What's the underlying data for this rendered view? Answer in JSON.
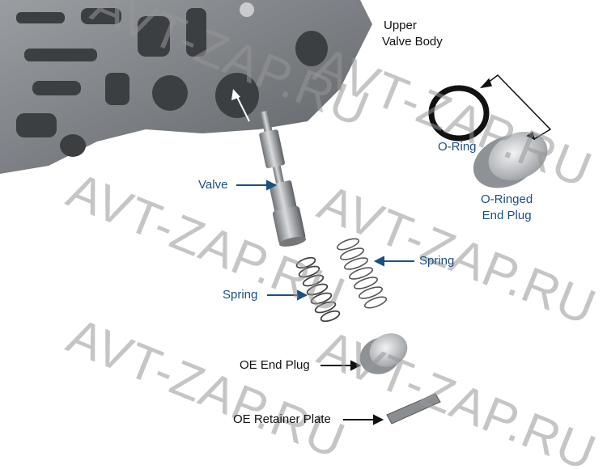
{
  "labels": {
    "upper_valve_body": [
      "Upper",
      "Valve Body"
    ],
    "o_ring": "O-Ring",
    "o_ringed_end_plug": [
      "O-Ringed",
      "End Plug"
    ],
    "valve": "Valve",
    "spring_right": "Spring",
    "spring_left": "Spring",
    "oe_end_plug": "OE End Plug",
    "oe_retainer_plate": "OE Retainer Plate"
  },
  "watermark": "AVT-ZAP.RU",
  "colors": {
    "label_blue": "#1c4f82",
    "label_black": "#111111",
    "watermark": "#969696"
  }
}
